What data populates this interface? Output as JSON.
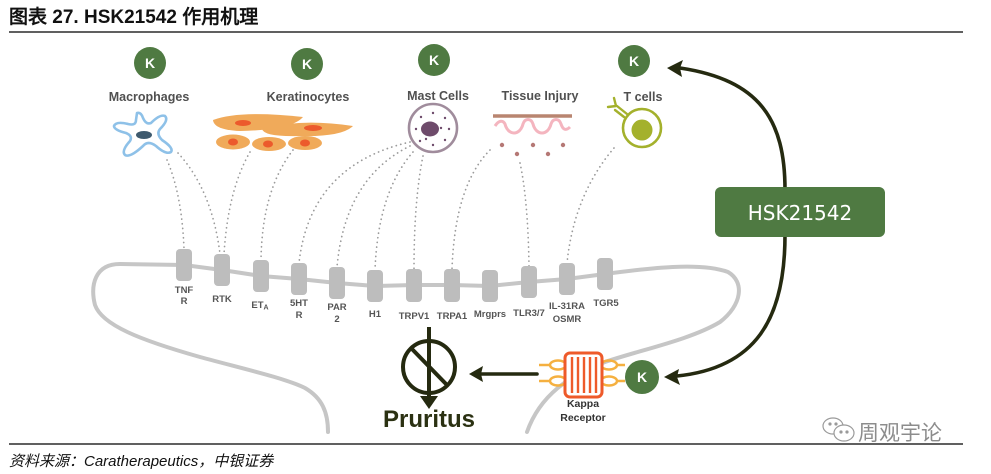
{
  "header": {
    "title": "图表 27. HSK21542 作用机理"
  },
  "diagram": {
    "marker_icon": "k-circle-icon",
    "cells": [
      {
        "label": "Macrophages",
        "marker": "K",
        "icon": "macrophage-icon"
      },
      {
        "label": "Keratinocytes",
        "marker": "K",
        "icon": "keratinocytes-icon"
      },
      {
        "label": "Mast Cells",
        "marker": "K",
        "icon": "mast-cell-icon"
      },
      {
        "label": "Tissue Injury",
        "icon": "tissue-injury-icon"
      },
      {
        "label": "T cells",
        "marker": "K",
        "icon": "t-cell-icon"
      }
    ],
    "receptors": [
      {
        "lines": [
          "TNF",
          "R"
        ]
      },
      {
        "lines": [
          "RTK"
        ]
      },
      {
        "lines": [
          "ET"
        ],
        "subscript": "A"
      },
      {
        "lines": [
          "5HT",
          "R"
        ]
      },
      {
        "lines": [
          "PAR",
          "2"
        ]
      },
      {
        "lines": [
          "H1"
        ]
      },
      {
        "lines": [
          "TRPV1"
        ]
      },
      {
        "lines": [
          "TRPA1"
        ]
      },
      {
        "lines": [
          "Mrgprs"
        ]
      },
      {
        "lines": [
          "TLR3/7"
        ]
      },
      {
        "lines": [
          "IL-31RA",
          "OSMR"
        ]
      },
      {
        "lines": [
          "TGR5"
        ]
      }
    ],
    "drug": {
      "label": "HSK21542"
    },
    "kappa": {
      "lines": [
        "Kappa",
        "Receptor"
      ],
      "marker": "K"
    },
    "outcome": {
      "label": "Pruritus",
      "icon": "inhibit-pruritus-icon"
    }
  },
  "footer": {
    "source": "资料来源：Caratherapeutics，中银证券"
  },
  "watermark": {
    "text": "周观宇论",
    "icon": "wechat-icon"
  },
  "colors": {
    "accent_green": "#4f7a42",
    "arrow": "#252a10",
    "membrane": "#c6c6c6",
    "receptor": "#bdbdbd",
    "kappa_red": "#ee5a2a",
    "kappa_loop": "#f5b040",
    "macrophage_blue": "#8ec1e8",
    "keratinocyte_orange": "#f0aa5a",
    "nucleus_red": "#ec5a2c",
    "mast_mauve": "#a08c9c",
    "mast_nucleus": "#6e4b6b",
    "tcell_olive": "#a4b12c",
    "tissue_pink": "#f4b5bf",
    "tissue_brown": "#b98570"
  }
}
